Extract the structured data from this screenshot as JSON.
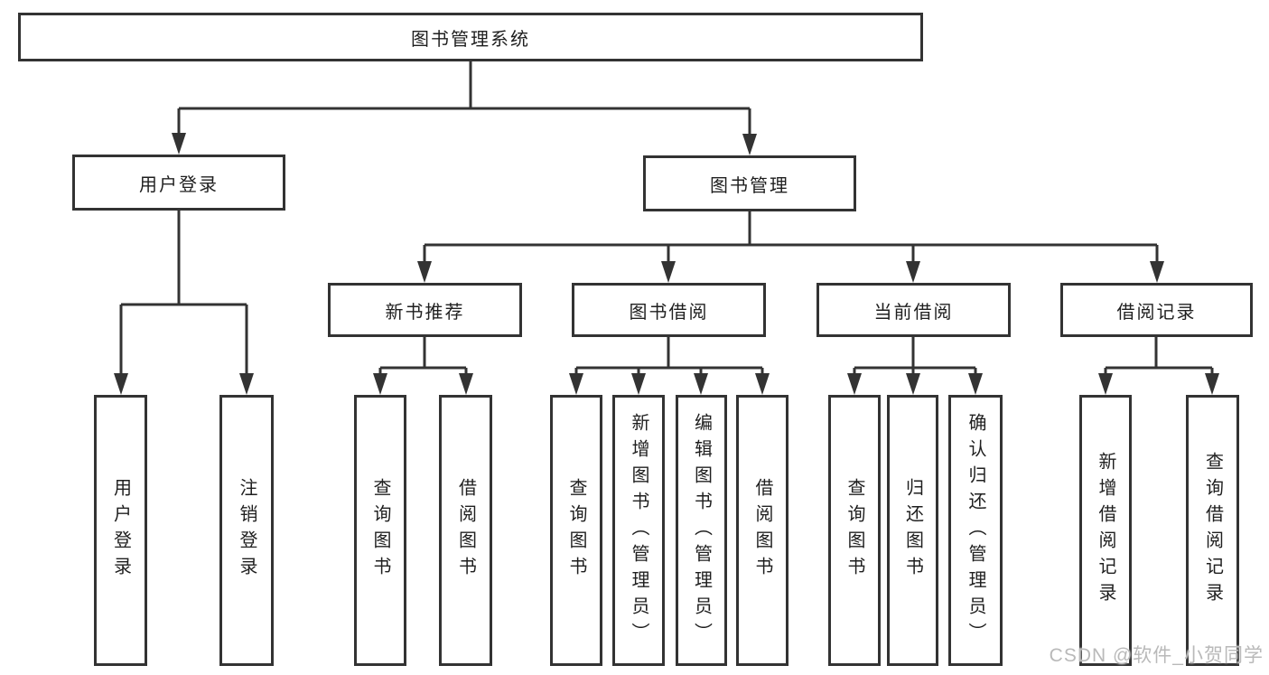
{
  "tree": {
    "root": "图书管理系统",
    "level2": [
      {
        "label": "用户登录",
        "leaves": [
          "用户登录",
          "注销登录"
        ]
      },
      {
        "label": "图书管理",
        "groups": [
          {
            "label": "新书推荐",
            "leaves": [
              "查询图书",
              "借阅图书"
            ]
          },
          {
            "label": "图书借阅",
            "leaves": [
              "查询图书",
              "新增图书（管理员）",
              "编辑图书（管理员）",
              "借阅图书"
            ]
          },
          {
            "label": "当前借阅",
            "leaves": [
              "查询图书",
              "归还图书",
              "确认归还（管理员）"
            ]
          },
          {
            "label": "借阅记录",
            "leaves": [
              "新增借阅记录",
              "查询借阅记录"
            ]
          }
        ]
      }
    ]
  },
  "watermark": "CSDN @软件_小贺同学",
  "colors": {
    "line": "#333333",
    "box_border": "#333333",
    "text": "#1f1f1f",
    "watermark": "#b9b9b9",
    "background": "#ffffff"
  }
}
